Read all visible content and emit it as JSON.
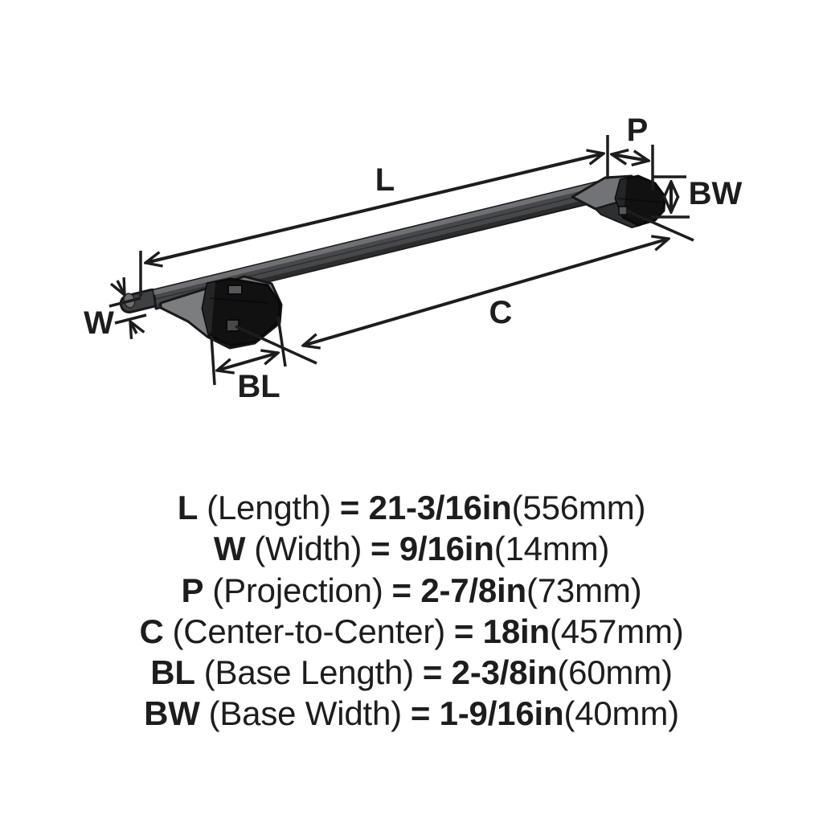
{
  "diagram": {
    "labels": {
      "L": "L",
      "W": "W",
      "P": "P",
      "C": "C",
      "BL": "BL",
      "BW": "BW"
    },
    "colors": {
      "line": "#1d1d1f",
      "bar_body": "#46484b",
      "bar_top_bevel": "#6e7073",
      "bar_bottom_shade": "#2b2c2e",
      "base_plate": "#7b7d80",
      "base_face": "#111112",
      "background": "#ffffff"
    }
  },
  "specs": [
    {
      "symbol": "L",
      "label": "(Length)",
      "equals_value": "= 21-3/16in",
      "metric": "(556mm)"
    },
    {
      "symbol": "W",
      "label": "(Width)",
      "equals_value": "= 9/16in",
      "metric": "(14mm)"
    },
    {
      "symbol": "P",
      "label": "(Projection)",
      "equals_value": "= 2-7/8in",
      "metric": "(73mm)"
    },
    {
      "symbol": "C",
      "label": "(Center-to-Center)",
      "equals_value": "= 18in",
      "metric": "(457mm)"
    },
    {
      "symbol": "BL",
      "label": "(Base Length)",
      "equals_value": "= 2-3/8in",
      "metric": "(60mm)"
    },
    {
      "symbol": "BW",
      "label": "(Base Width)",
      "equals_value": "= 1-9/16in",
      "metric": "(40mm)"
    }
  ]
}
